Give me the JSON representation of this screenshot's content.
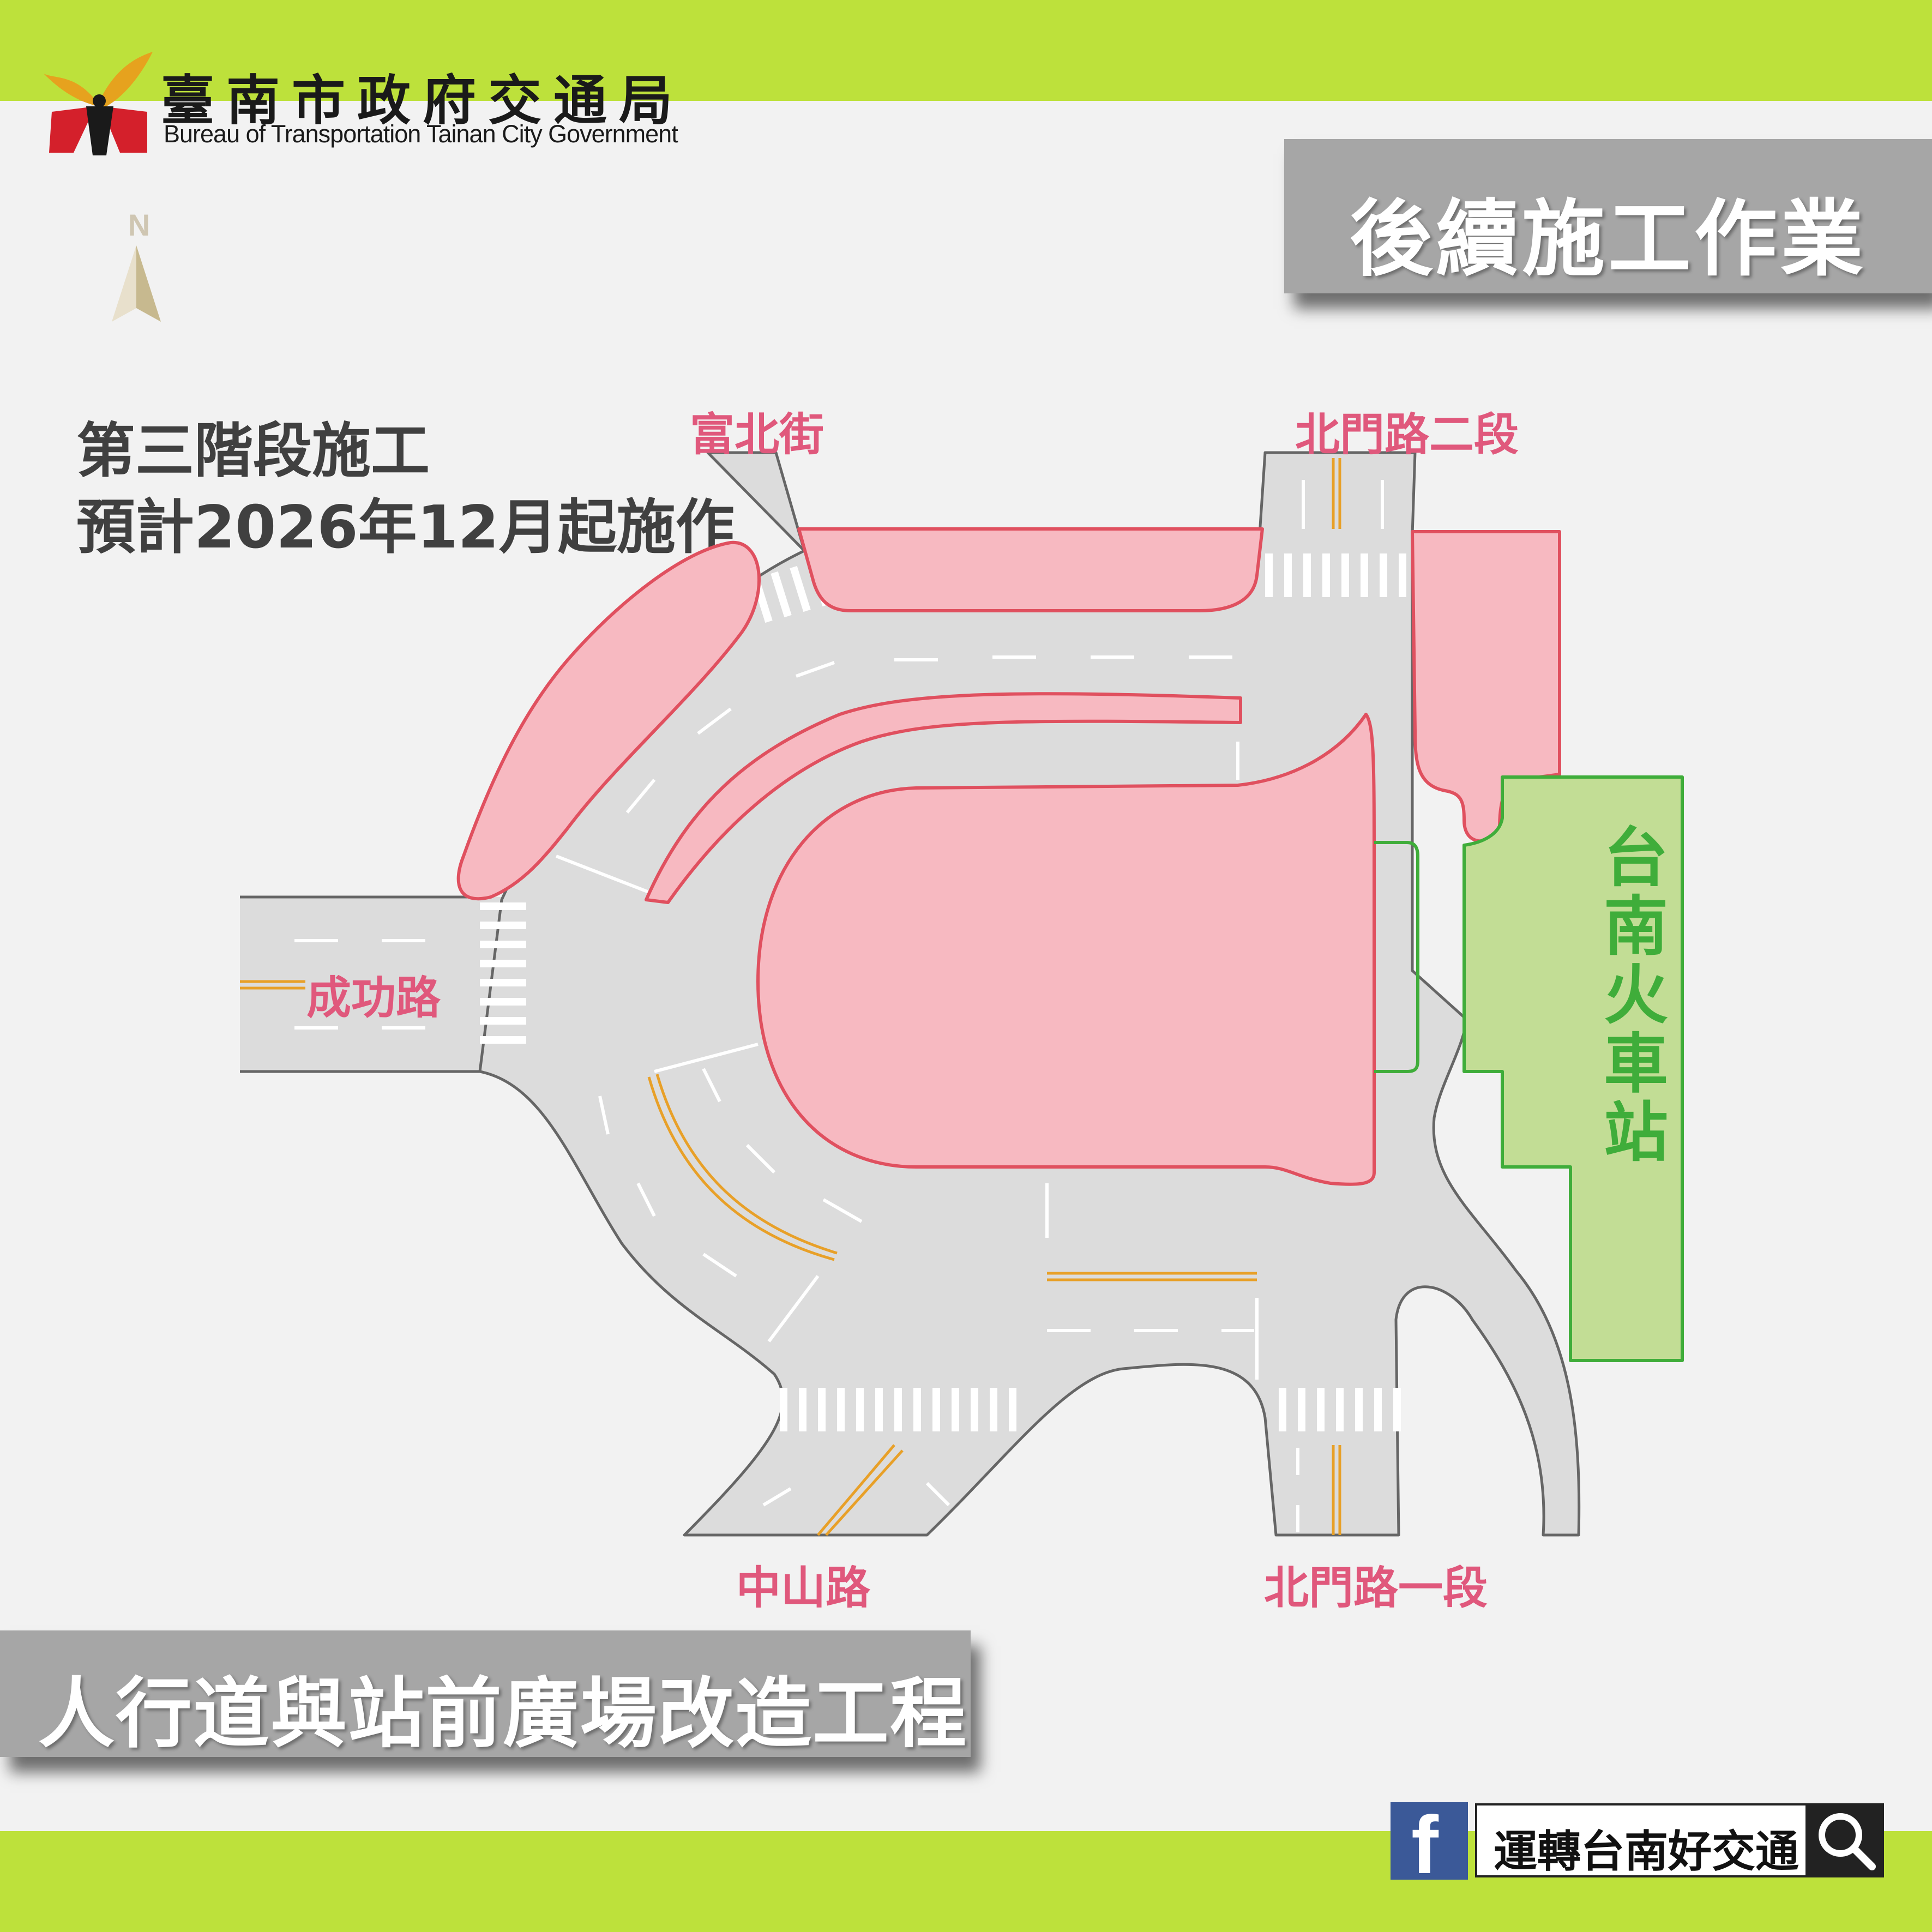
{
  "header": {
    "agency_name_zh": "臺南市政府交通局",
    "agency_name_en": "Bureau of Transportation Tainan City Government"
  },
  "compass": {
    "north_label": "N"
  },
  "banner_top": "後續施工作業",
  "phase": {
    "line1": "第三階段施工",
    "line2": "預計2026年12月起施作"
  },
  "roads": {
    "fubei": "富北街",
    "beimen_sec2": "北門路二段",
    "chenggong": "成功路",
    "zhongshan": "中山路",
    "beimen_sec1": "北門路一段"
  },
  "station": "台南火車站",
  "banner_bottom": "人行道與站前廣場改造工程",
  "footer": {
    "facebook_icon": "facebook-icon",
    "search_text": "運轉台南好交通",
    "search_icon": "search-icon"
  },
  "colors": {
    "accent_green": "#bde13b",
    "construction_pink": "#f7b9c1",
    "construction_outline": "#e0505f",
    "station_green": "#c2dd95",
    "road_gray": "#dcdcdc",
    "label_pink": "#e0587c"
  }
}
